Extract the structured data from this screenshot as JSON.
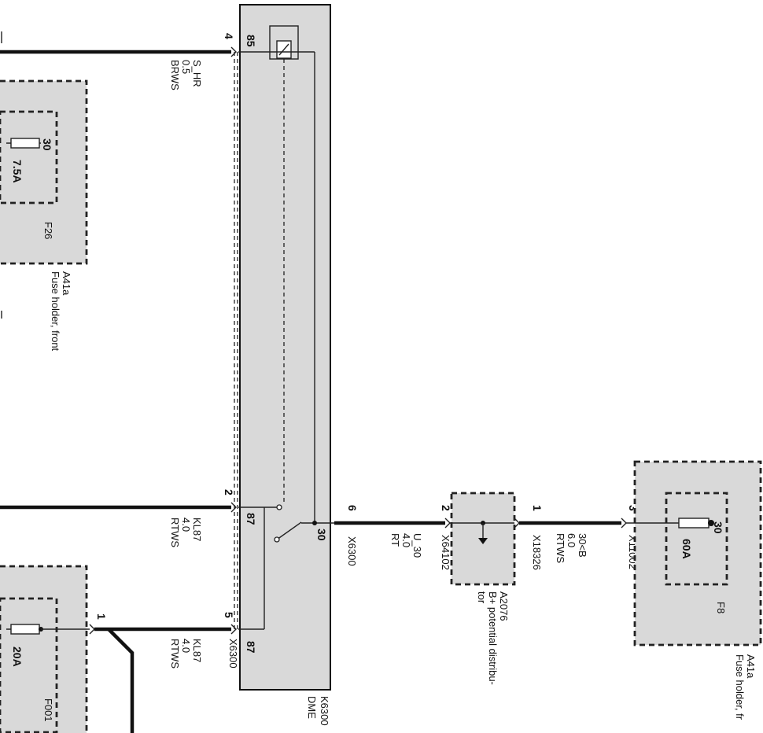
{
  "relay": {
    "name": "K6300",
    "desc": "DME",
    "pin_coil_a": "85",
    "pin_87_mid": "87",
    "pin_87_low": "87",
    "pin_30": "30",
    "pin_6": "6",
    "connector_upper": "X6300",
    "connector_lower": "X6300"
  },
  "fuse_holder_front": {
    "id": "A41a",
    "desc": "Fuse holder, front",
    "fuse_f26": {
      "name": "F26",
      "rating": "7.5A",
      "pin": "30"
    },
    "fuse_f001": {
      "name": "F001",
      "rating": "20A"
    }
  },
  "fuse_holder_right": {
    "id": "A41a",
    "desc": "Fuse holder, fr",
    "fuse_f8": {
      "name": "F8",
      "rating": "60A",
      "pin": "30"
    },
    "connector": "X11002",
    "pin": "3"
  },
  "distributor": {
    "id": "A2076",
    "desc_line1": "B+ potential distribu-",
    "desc_line2": "tor",
    "connector_left": "X64102",
    "pin_left": "2",
    "connector_right": "X18326",
    "pin_right": "1"
  },
  "wires": {
    "s_hr": {
      "pin": "4",
      "name": "S_HR",
      "size": "0.5",
      "color": "BRWS"
    },
    "kl87_mid": {
      "pin": "2",
      "name": "KL87",
      "size": "4.0",
      "color": "RTWS"
    },
    "kl87_low": {
      "pin": "5",
      "name": "KL87",
      "size": "4.0",
      "color": "RTWS"
    },
    "u30": {
      "name": "U_30",
      "size": "4.0",
      "color": "RT"
    },
    "b30": {
      "name": "30<B",
      "size": "6.0",
      "color": "RTWS"
    },
    "f001_out": {
      "pin": "1"
    }
  }
}
